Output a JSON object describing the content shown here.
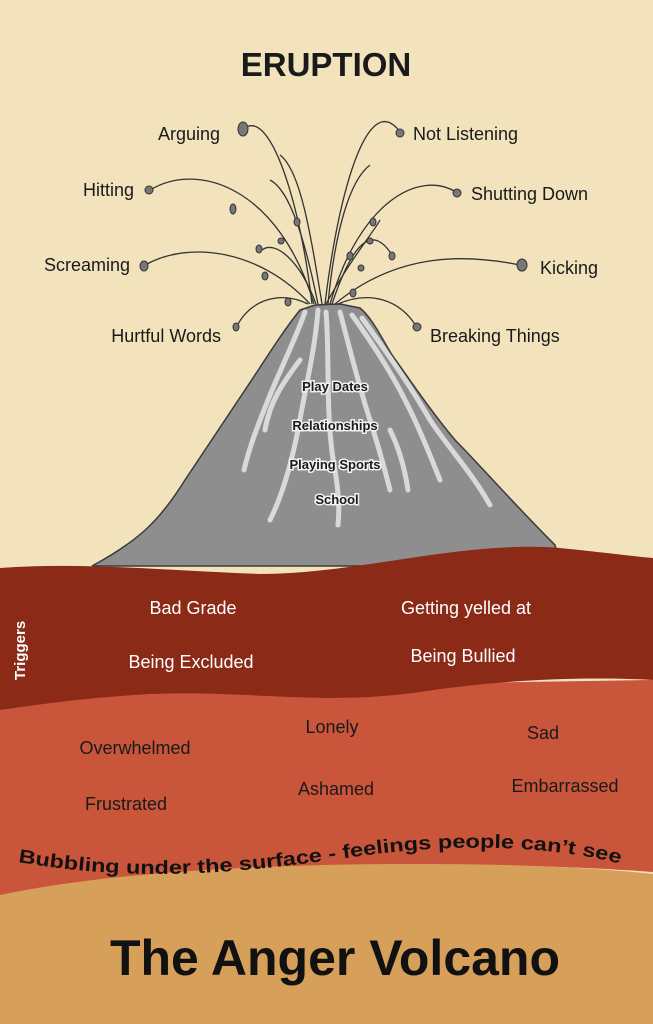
{
  "title": "ERUPTION",
  "footer_title": "The Anger Volcano",
  "behaviors_left": [
    "Arguing",
    "Hitting",
    "Screaming",
    "Hurtful Words"
  ],
  "behaviors_right": [
    "Not Listening",
    "Shutting Down",
    "Kicking",
    "Breaking Things"
  ],
  "volcano_labels": [
    "Play Dates",
    "Relationships",
    "Playing Sports",
    "School"
  ],
  "triggers_label": "Triggers",
  "triggers": [
    "Bad Grade",
    "Getting yelled at",
    "Being Excluded",
    "Being Bullied"
  ],
  "feelings": [
    "Lonely",
    "Sad",
    "Overwhelmed",
    "Ashamed",
    "Embarrassed",
    "Frustrated"
  ],
  "surface_caption": "Bubbling under the surface - feelings people can’t see",
  "colors": {
    "sky": "#f2e3bd",
    "volcano": "#8c8c8c",
    "lava_streak": "#d4d4d4",
    "trigger_band": "#8a2a17",
    "feeling_band": "#c9553a",
    "ground": "#d7a05a"
  }
}
